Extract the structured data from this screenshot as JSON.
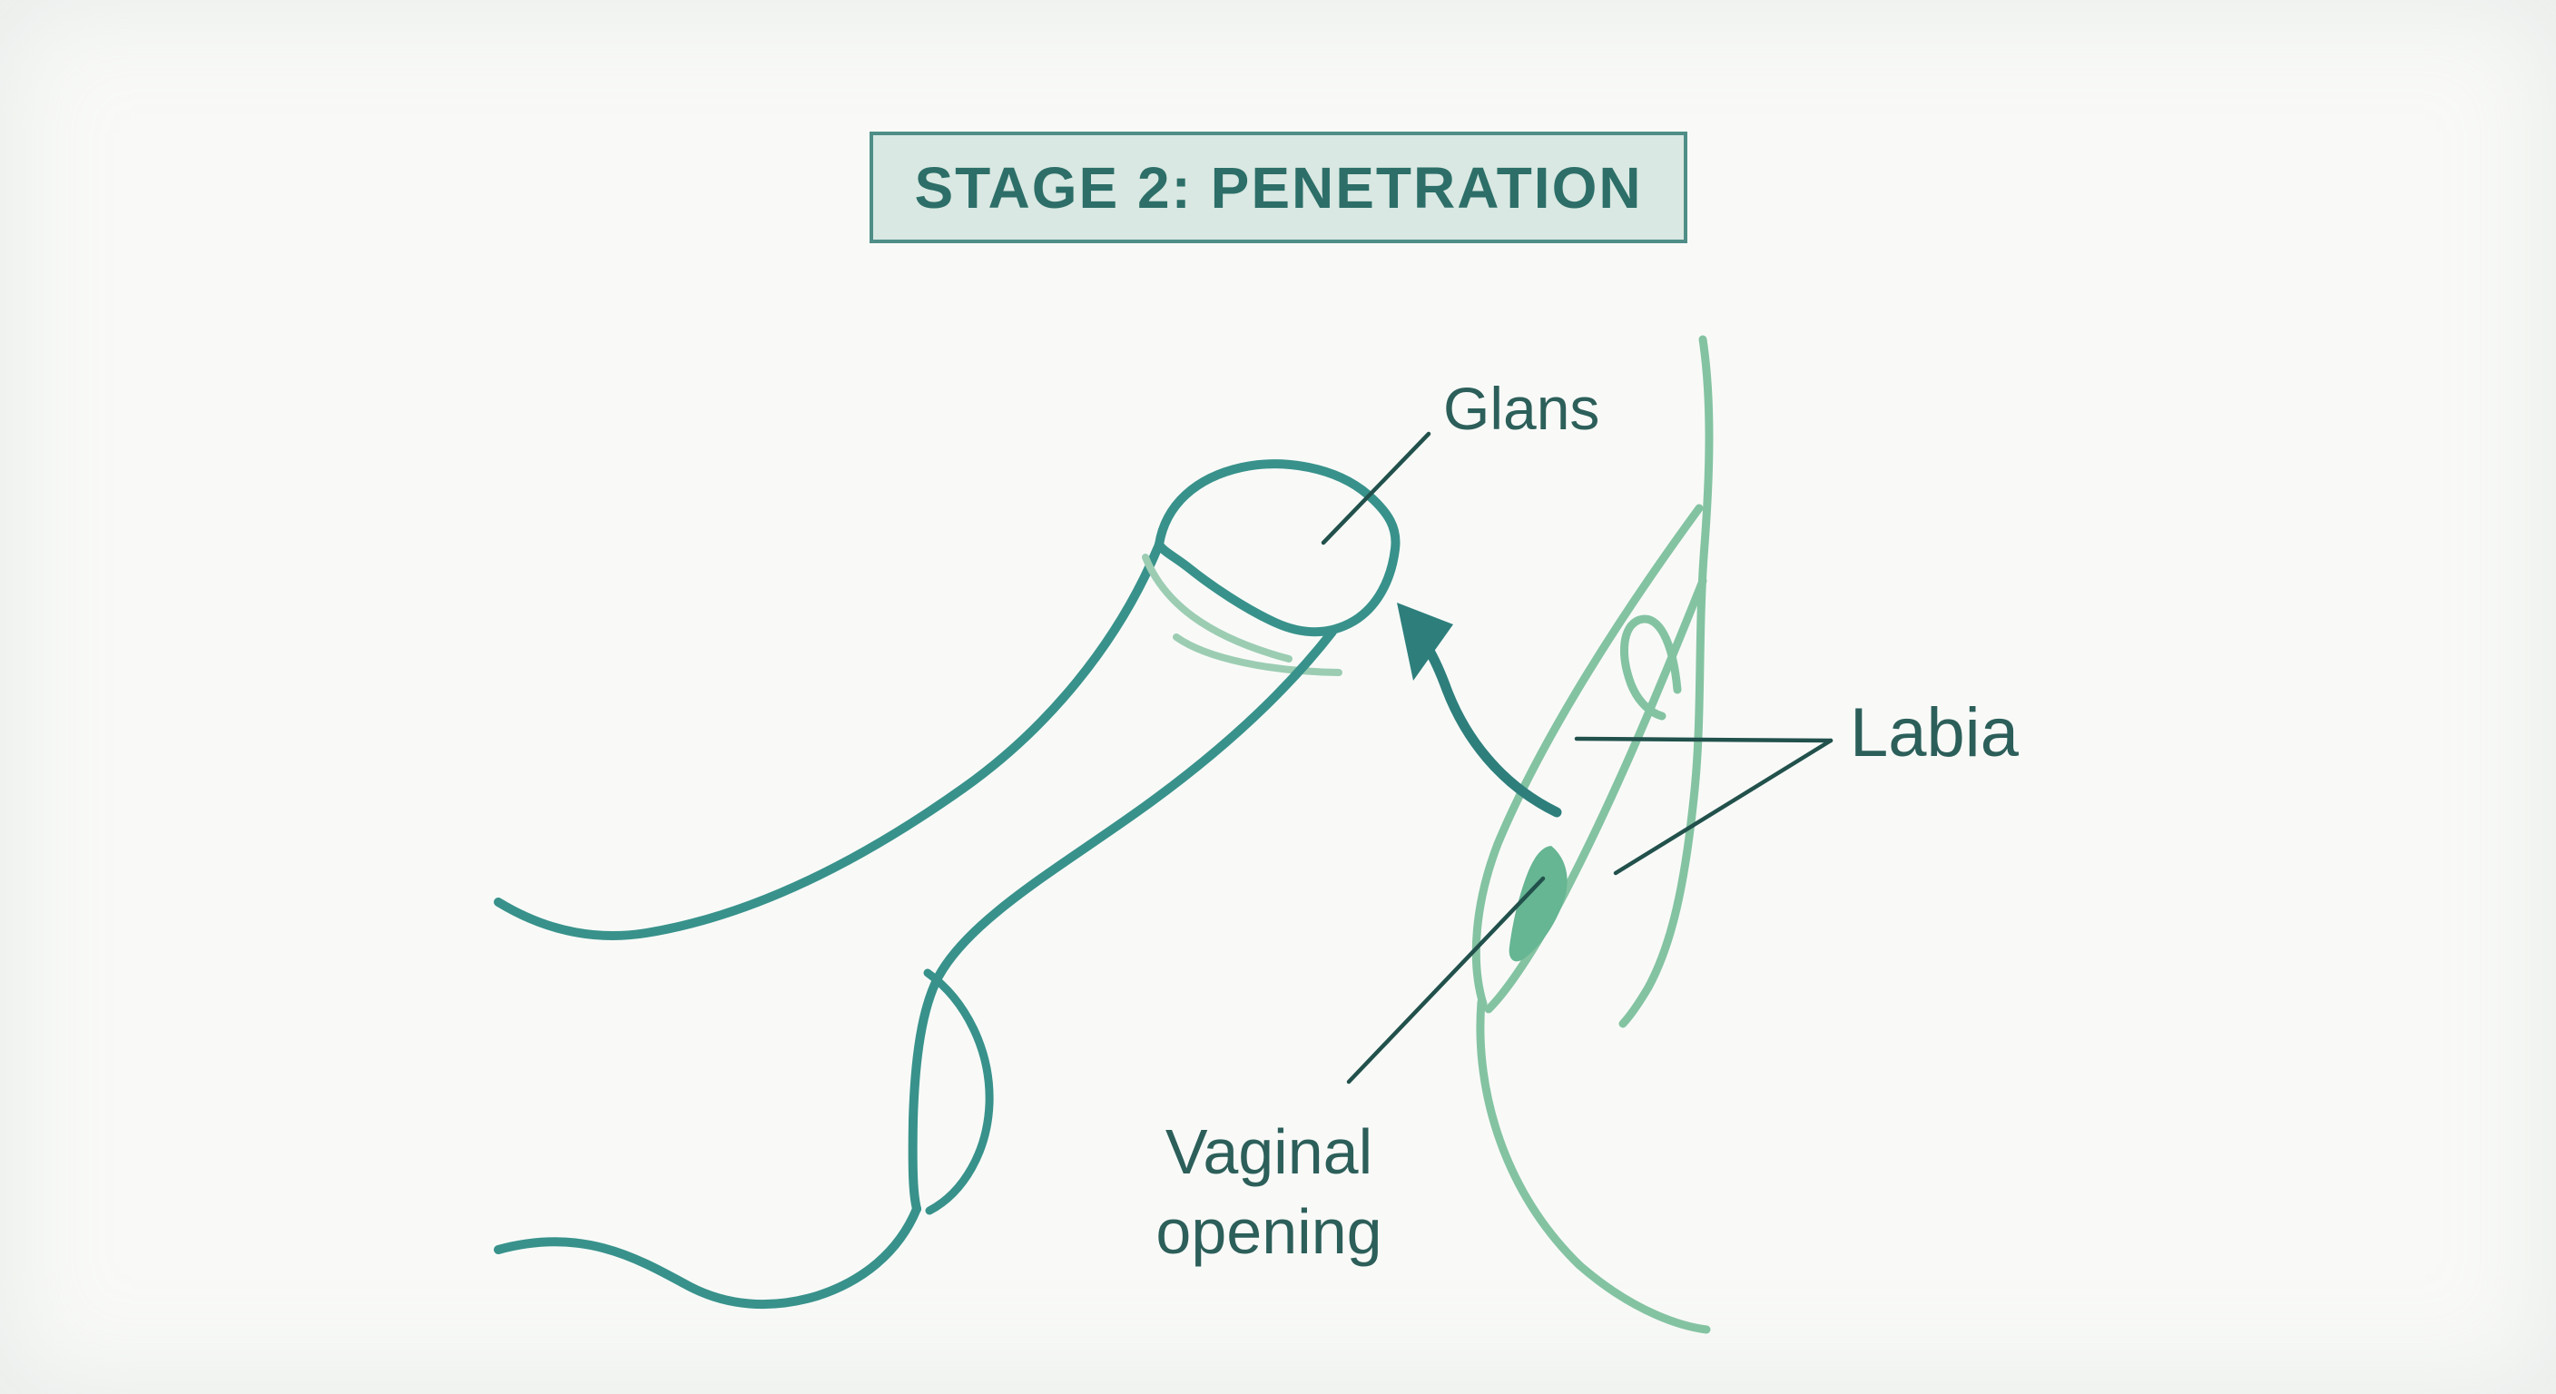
{
  "title": {
    "label": "STAGE 2: PENETRATION"
  },
  "annotations": {
    "glans": {
      "label": "Glans"
    },
    "labia": {
      "label": "Labia"
    },
    "vaginal_opening": {
      "label": "Vaginal opening"
    }
  },
  "colors": {
    "background": "#f9faf8",
    "title_background": "#d9e8e2",
    "title_border": "#4f8e87",
    "title_text": "#2d6e68",
    "label_text": "#2d5f5a",
    "penis_outline": "#38928b",
    "shading_detail": "#9ccdb3",
    "vulva_outline": "#84c3a2",
    "vaginal_opening_fill": "#66b593",
    "arrow": "#2e7f7c",
    "leader_line": "#22514c"
  }
}
